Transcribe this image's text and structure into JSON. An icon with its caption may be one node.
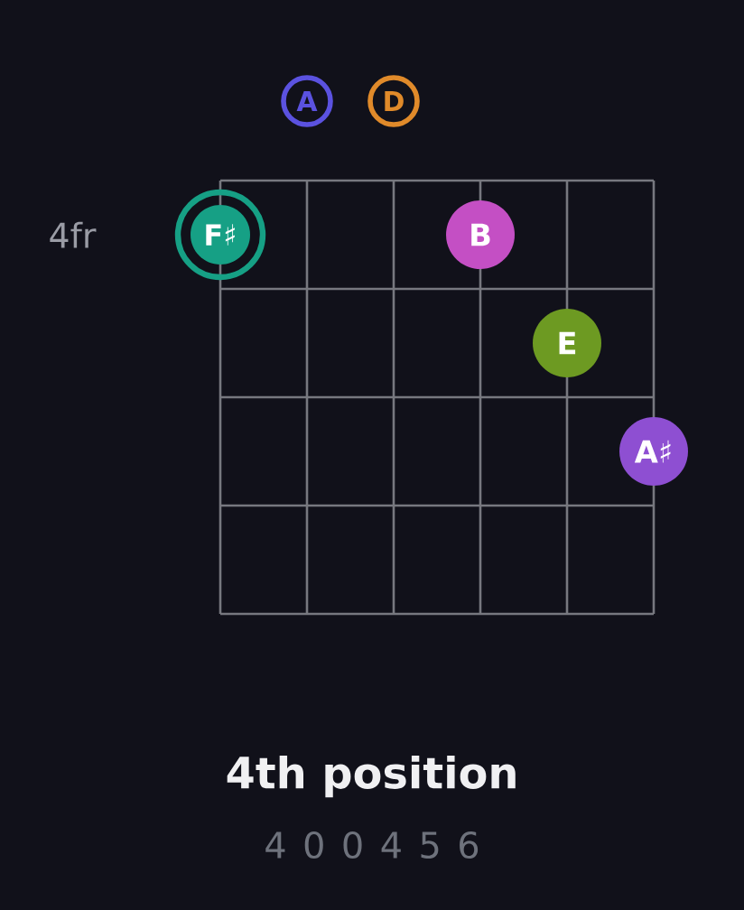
{
  "diagram": {
    "title": "4th position",
    "nodes": [
      {
        "text": [
          "A"
        ]
      },
      {
        "text": [
          "D"
        ]
      },
      {
        "text": [
          "F♯"
        ]
      },
      {
        "text": [
          "B"
        ]
      },
      {
        "text": [
          "E"
        ]
      },
      {
        "text": [
          "A♯"
        ]
      }
    ],
    "labels": [
      "4fr",
      "4 0 0 4 5 6"
    ]
  }
}
